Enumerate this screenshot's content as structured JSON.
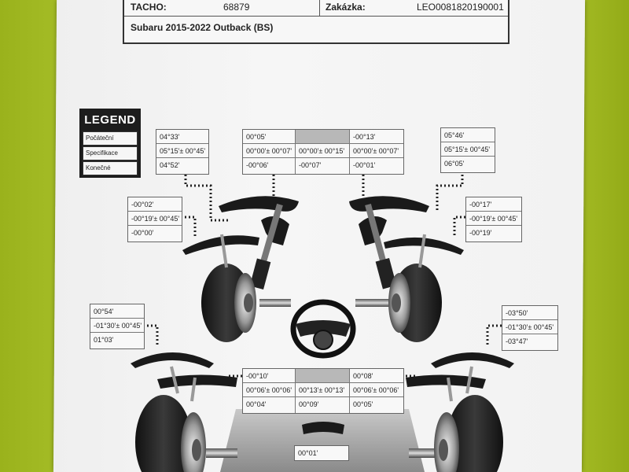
{
  "header": {
    "tacho_label": "TACHO:",
    "tacho_value": "68879",
    "order_label": "Zakázka:",
    "order_value": "LEO0081820190001",
    "vehicle": "Subaru  2015-2022  Outback (BS)"
  },
  "legend": {
    "title": "LEGEND",
    "items": [
      "Počáteční",
      "Specifikace",
      "Konečné"
    ]
  },
  "front": {
    "left_caster": [
      "04°33'",
      "05°15'± 00°45'",
      "04°52'"
    ],
    "left_toe": [
      "00°05'",
      "00°00'± 00°07'",
      "-00°06'"
    ],
    "total_toe": [
      "",
      "00°00'± 00°15'",
      "-00°07'"
    ],
    "right_toe": [
      "-00°13'",
      "00°00'± 00°07'",
      "-00°01'"
    ],
    "right_caster": [
      "05°46'",
      "05°15'± 00°45'",
      "06°05'"
    ],
    "left_camber": [
      "-00°02'",
      "-00°19'± 00°45'",
      "-00°00'"
    ],
    "right_camber": [
      "-00°17'",
      "-00°19'± 00°45'",
      "-00°19'"
    ]
  },
  "rear": {
    "left_camber": [
      "00°54'",
      "-01°30'± 00°45'",
      "01°03'"
    ],
    "right_camber": [
      "-03°50'",
      "-01°30'± 00°45'",
      "-03°47'"
    ],
    "left_toe": [
      "-00°10'",
      "00°06'± 00°06'",
      "00°04'"
    ],
    "total_toe": [
      "",
      "00°13'± 00°13'",
      "00°09'"
    ],
    "right_toe": [
      "00°08'",
      "00°06'± 00°06'",
      "00°05'"
    ],
    "thrust_angle": "00°01'"
  }
}
